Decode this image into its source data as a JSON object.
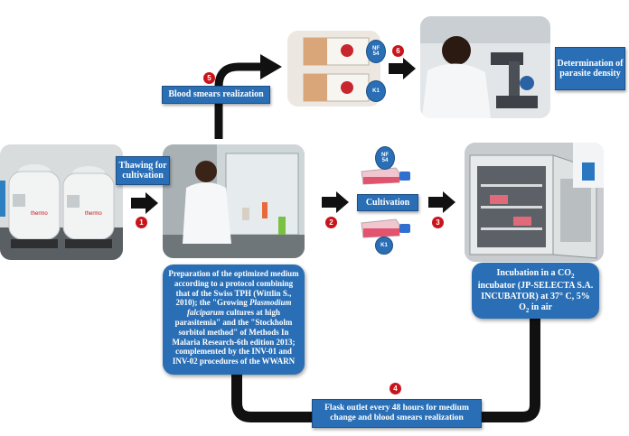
{
  "steps": {
    "thawing": "Thawing for cultivation",
    "blood_smears": "Blood smears realization",
    "cultivation": "Cultivation",
    "determination": "Determination of parasite density",
    "flask_outlet": "Flask outlet every 48 hours for medium change and blood smears realization"
  },
  "preparation": {
    "line1": "Preparation of the optimized medium according to a protocol combining that of the Swiss TPH (Wittlin S., 2010); the \"Growing",
    "italic": "Plasmodium falciparum",
    "line2": "cultures at high parasitemia\" and the \"Stockholm sorbitol method\" of Methods In Malaria Research-6th edition 2013; complemented by the INV-01 and INV-02 procedures of the WWARN"
  },
  "incubation": {
    "part1": "Incubation in a CO",
    "sub1": "2",
    "part2": "incubator (JP-SELECTA S.A. INCUBATOR) at 37° C, 5% O",
    "sub2": "2",
    "part3": "in air"
  },
  "badges": [
    "1",
    "2",
    "3",
    "4",
    "5",
    "6"
  ],
  "strains": {
    "nf54_line1": "NF",
    "nf54_line2": "54",
    "k1": "K1"
  },
  "colors": {
    "box_blue": "#2a6fb5",
    "badge_red": "#c9141b",
    "arrow_black": "#111111"
  }
}
